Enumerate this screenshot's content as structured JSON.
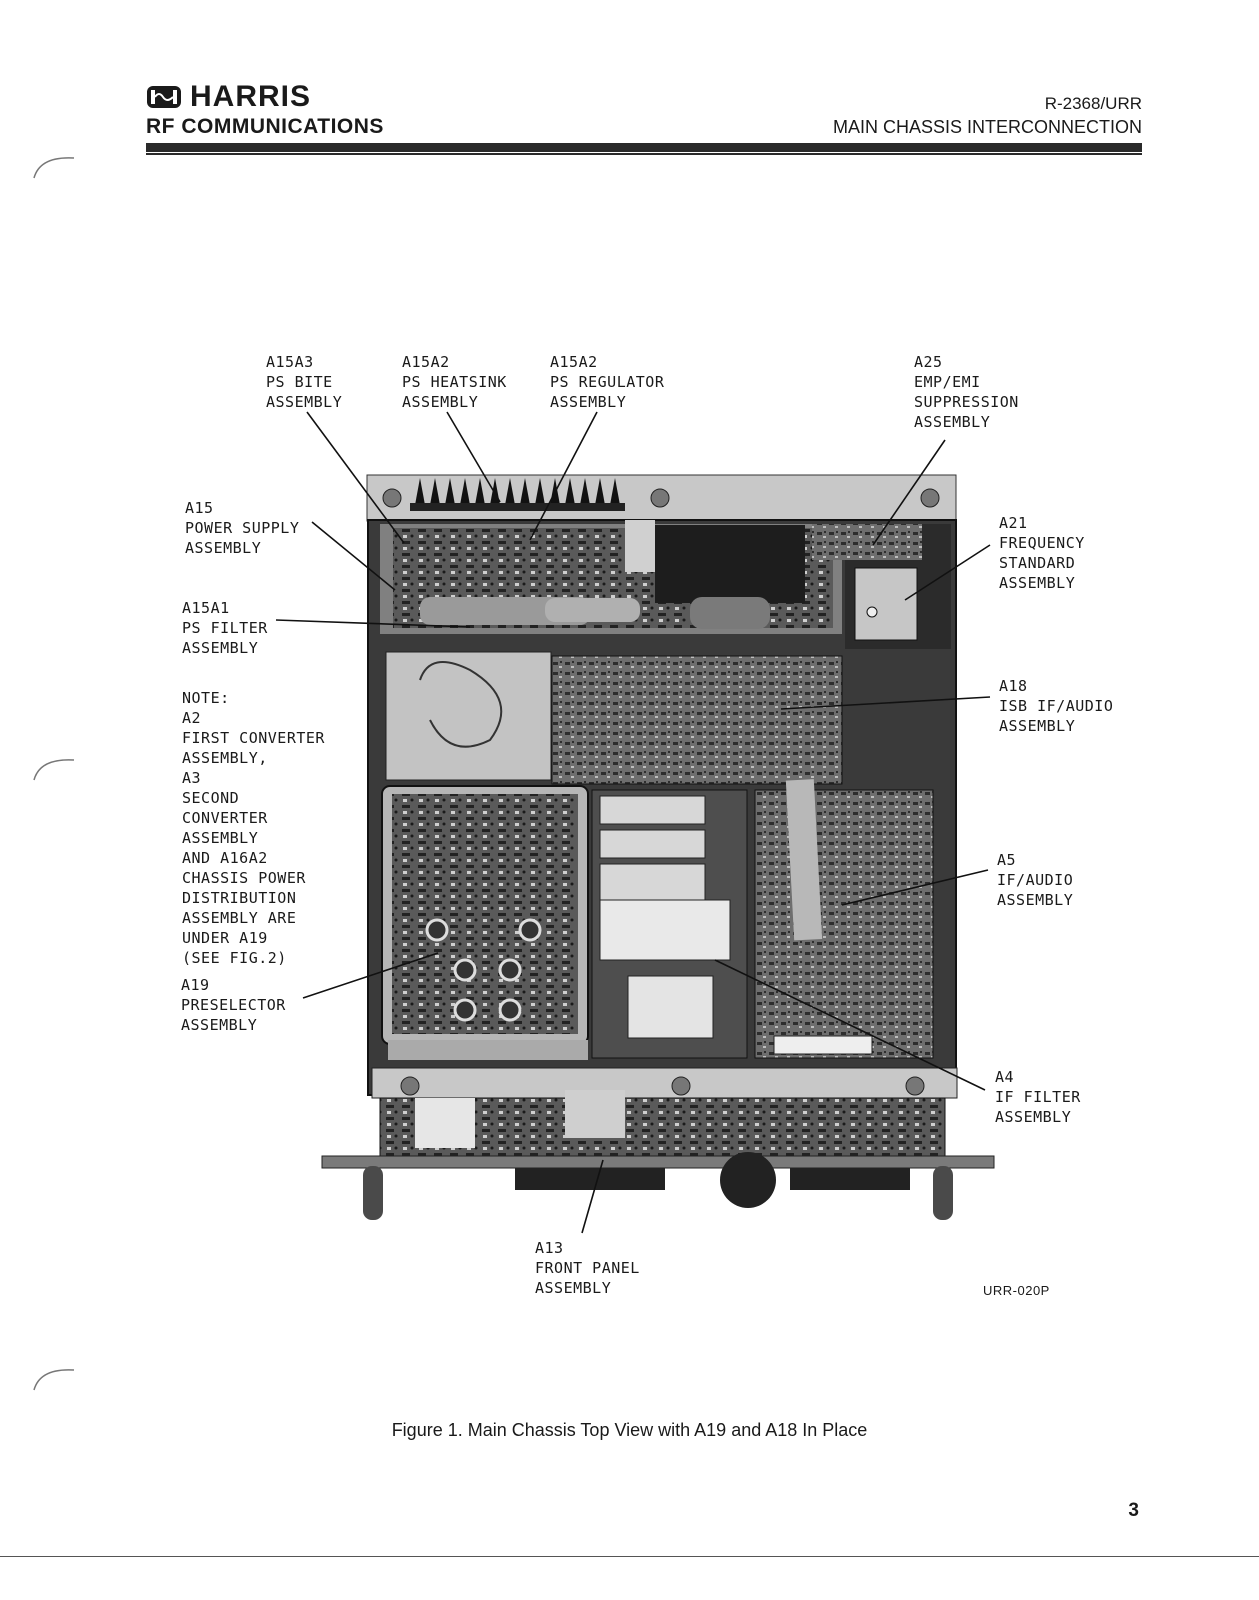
{
  "header": {
    "brand": "HARRIS",
    "brand_sub": "RF COMMUNICATIONS",
    "model": "R-2368/URR",
    "section_title": "MAIN CHASSIS INTERCONNECTION"
  },
  "callouts": {
    "a15a3": "A15A3\nPS BITE\nASSEMBLY",
    "a15a2_heatsink": "A15A2\nPS HEATSINK\nASSEMBLY",
    "a15a2_regulator": "A15A2\nPS REGULATOR\nASSEMBLY",
    "a25": "A25\nEMP/EMI\nSUPPRESSION\nASSEMBLY",
    "a15": "A15\nPOWER SUPPLY\nASSEMBLY",
    "a21": "A21\nFREQUENCY\nSTANDARD\nASSEMBLY",
    "a15a1": "A15A1\nPS FILTER\nASSEMBLY",
    "a18": "A18\nISB IF/AUDIO\nASSEMBLY",
    "note": "NOTE:\nA2\nFIRST CONVERTER\nASSEMBLY,\nA3\nSECOND\nCONVERTER\nASSEMBLY\nAND A16A2\nCHASSIS POWER\nDISTRIBUTION\nASSEMBLY ARE\nUNDER A19\n(SEE FIG.2)",
    "a5": "A5\nIF/AUDIO\nASSEMBLY",
    "a19": "A19\nPRESELECTOR\nASSEMBLY",
    "a4": "A4\nIF FILTER\nASSEMBLY",
    "a13": "A13\nFRONT PANEL\nASSEMBLY"
  },
  "figure_id": "URR-020P",
  "caption": "Figure 1.  Main Chassis Top View with A19 and A18 In Place",
  "page_number": "3"
}
